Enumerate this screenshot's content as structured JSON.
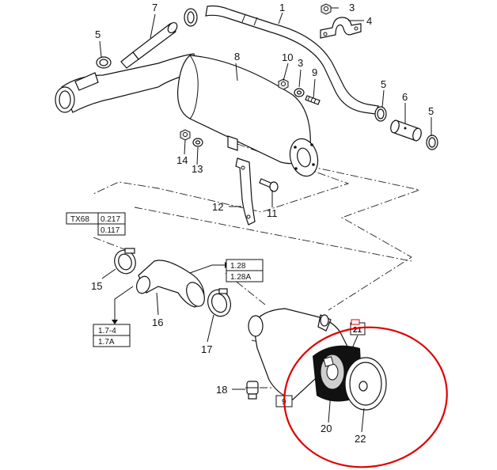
{
  "callouts": {
    "c1": "1",
    "c3": "3",
    "c4": "4",
    "c5a": "5",
    "c5b": "5",
    "c5c": "5",
    "c6": "6",
    "c7": "7",
    "c8": "8",
    "c9": "9",
    "c10": "10",
    "c3b": "3",
    "c11": "11",
    "c12": "12",
    "c13": "13",
    "c14": "14",
    "c15": "15",
    "c16": "16",
    "c17": "17",
    "c18": "18",
    "c20": "20",
    "c21": "21",
    "c22": "22"
  },
  "tables": {
    "tx68": {
      "label": "TX68",
      "row1": "0.217",
      "row2": "0.117"
    },
    "ref128": {
      "row1": "1.28",
      "row2": "1.28A"
    },
    "ref174": {
      "row1": "1.7-4",
      "row2": "1.7A"
    },
    "ref9": "9"
  },
  "highlight": {
    "color": "#e00000"
  }
}
